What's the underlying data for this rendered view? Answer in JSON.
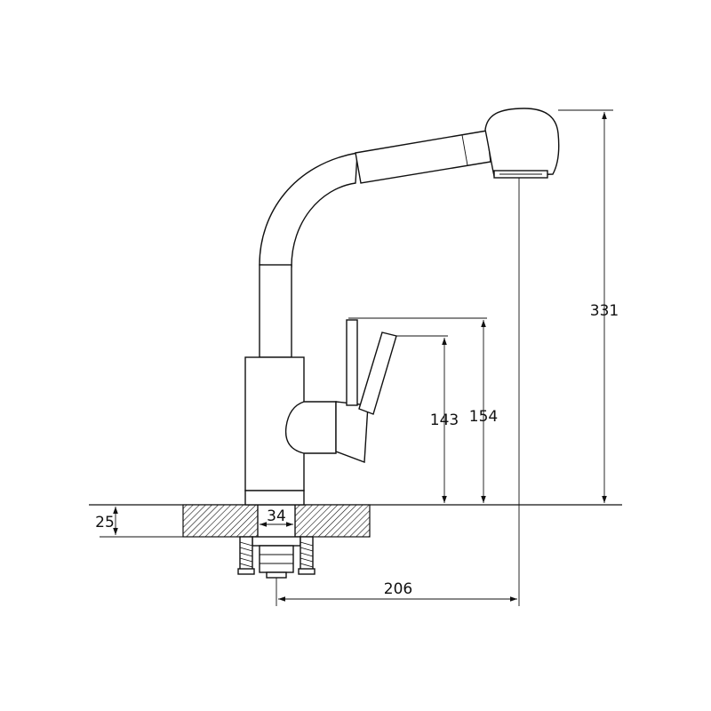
{
  "diagram": {
    "dimensions": {
      "total_height": "331",
      "handle_height_outer": "154",
      "handle_height_inner": "143",
      "deck_thickness": "25",
      "mount_hole": "34",
      "spout_reach": "206"
    }
  }
}
